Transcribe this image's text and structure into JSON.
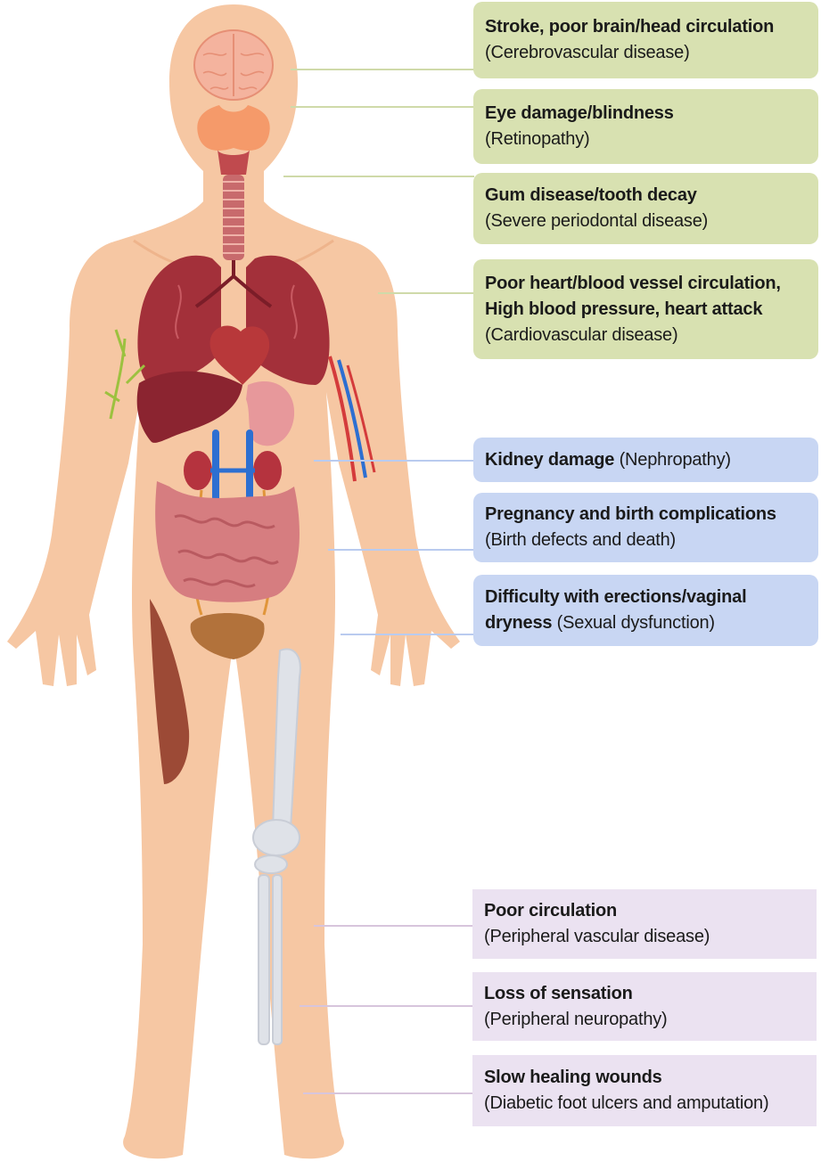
{
  "colors": {
    "skin": "#f6c7a3",
    "skin_shade": "#eeb48c",
    "organ_red": "#a3303a",
    "vessel_blue": "#2d6fd1",
    "bone": "#dfe2e8",
    "green_box": "#d8e1b1",
    "blue_box": "#c8d6f3",
    "purple_box": "#ebe2f1"
  },
  "callouts": [
    {
      "group": "green",
      "lines": [
        {
          "bold": "Stroke, poor brain/head circulation"
        },
        {
          "normal": "(Cerebrovascular disease)"
        }
      ]
    },
    {
      "group": "green",
      "lines": [
        {
          "bold": "Eye damage/blindness"
        },
        {
          "normal": "(Retinopathy)"
        }
      ]
    },
    {
      "group": "green",
      "lines": [
        {
          "bold": "Gum disease/tooth decay"
        },
        {
          "normal": "(Severe periodontal disease)"
        }
      ]
    },
    {
      "group": "green",
      "lines": [
        {
          "bold": "Poor heart/blood vessel circulation,"
        },
        {
          "bold": "High blood pressure, heart attack"
        },
        {
          "normal": "(Cardiovascular disease)"
        }
      ]
    },
    {
      "group": "blue",
      "lines": [
        {
          "bold": "Kidney damage",
          "normal": " (Nephropathy)"
        }
      ]
    },
    {
      "group": "blue",
      "lines": [
        {
          "bold": "Pregnancy and birth complications"
        },
        {
          "normal": "(Birth defects and death)"
        }
      ]
    },
    {
      "group": "blue",
      "lines": [
        {
          "bold": "Difficulty with erections/vaginal"
        },
        {
          "bold": "dryness",
          "normal": " (Sexual dysfunction)"
        }
      ]
    },
    {
      "group": "purple",
      "lines": [
        {
          "bold": "Poor circulation"
        },
        {
          "normal": "(Peripheral vascular disease)"
        }
      ]
    },
    {
      "group": "purple",
      "lines": [
        {
          "bold": "Loss of sensation"
        },
        {
          "normal": "(Peripheral neuropathy)"
        }
      ]
    },
    {
      "group": "purple",
      "lines": [
        {
          "bold": "Slow healing wounds"
        },
        {
          "normal": "(Diabetic foot ulcers and amputation)"
        }
      ]
    }
  ]
}
